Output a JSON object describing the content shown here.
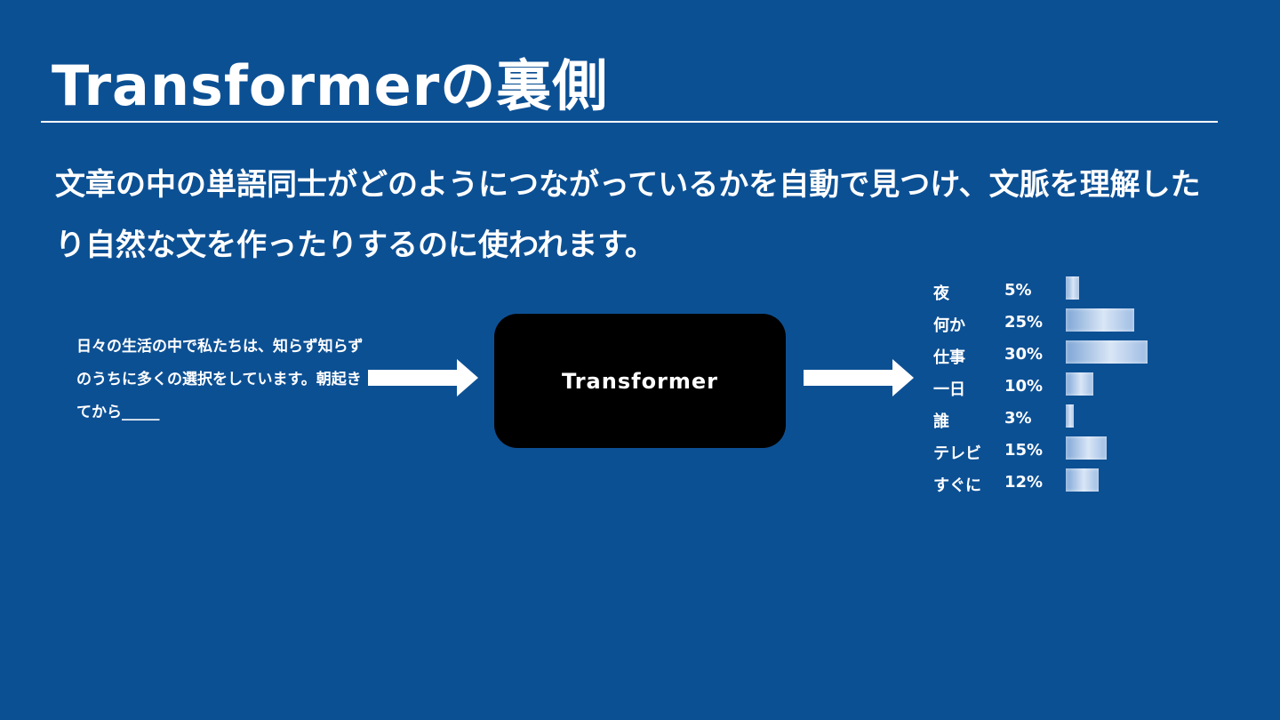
{
  "title": "Transformerの裏側",
  "lead": "文章の中の単語同士がどのようにつながっているかを自動で見つけ、文脈を理解したり自然な文を作ったりするのに使われます。",
  "input_text": "日々の生活の中で私たちは、知らず知らずのうちに多くの選択をしています。朝起きてから_____",
  "model_label": "Transformer",
  "predictions": [
    {
      "token": "夜",
      "percent_label": "5%",
      "value": 5
    },
    {
      "token": "何か",
      "percent_label": "25%",
      "value": 25
    },
    {
      "token": "仕事",
      "percent_label": "30%",
      "value": 30
    },
    {
      "token": "一日",
      "percent_label": "10%",
      "value": 10
    },
    {
      "token": "誰",
      "percent_label": "3%",
      "value": 3
    },
    {
      "token": "テレビ",
      "percent_label": "15%",
      "value": 15
    },
    {
      "token": "すぐに",
      "percent_label": "12%",
      "value": 12
    }
  ],
  "colors": {
    "background": "#0c5094",
    "box": "#000000",
    "text": "#ffffff"
  }
}
